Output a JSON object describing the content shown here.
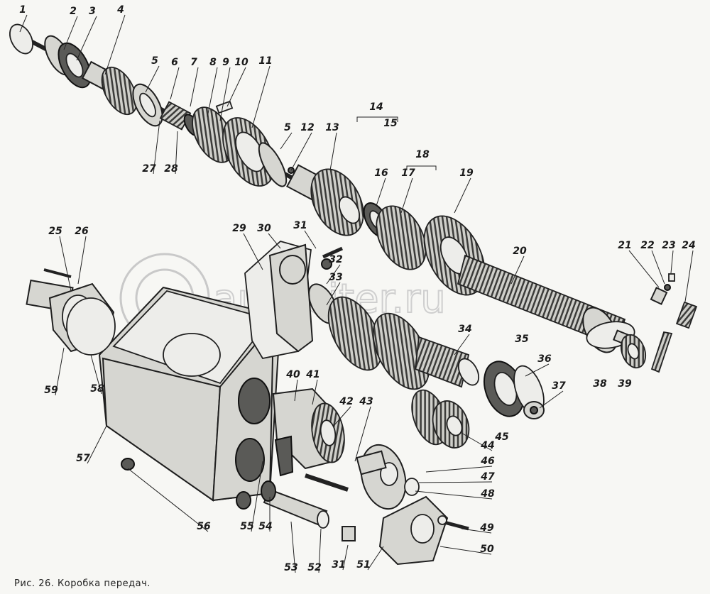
{
  "caption": "Рис. 26. Коробка передач.",
  "watermark": "autopiter.ru",
  "callouts": [
    "1",
    "2",
    "3",
    "4",
    "5",
    "6",
    "7",
    "8",
    "9",
    "10",
    "11",
    "27",
    "28",
    "5",
    "12",
    "13",
    "14",
    "15",
    "16",
    "17",
    "18",
    "19",
    "25",
    "26",
    "29",
    "30",
    "31",
    "32",
    "33",
    "20",
    "21",
    "22",
    "23",
    "24",
    "34",
    "35",
    "36",
    "37",
    "38",
    "39",
    "40",
    "41",
    "42",
    "43",
    "44",
    "45",
    "46",
    "47",
    "48",
    "49",
    "50",
    "51",
    "31",
    "52",
    "53",
    "54",
    "55",
    "56",
    "57",
    "58",
    "59"
  ],
  "colors": {
    "ink": "#1f1f1f",
    "paper": "#f7f7f4",
    "metal": "#d6d6d1",
    "shadow": "#5a5a57"
  }
}
